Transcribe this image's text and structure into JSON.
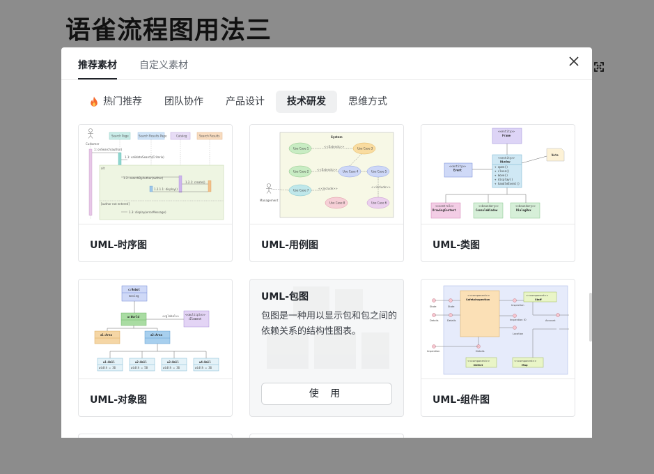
{
  "page": {
    "title": "语雀流程图用法三"
  },
  "modal": {
    "tabs": [
      {
        "label": "推荐素材",
        "active": true
      },
      {
        "label": "自定义素材",
        "active": false
      }
    ],
    "categories": [
      {
        "label": "热门推荐",
        "icon": "fire-icon",
        "active": false
      },
      {
        "label": "团队协作",
        "active": false
      },
      {
        "label": "产品设计",
        "active": false
      },
      {
        "label": "技术研发",
        "active": true
      },
      {
        "label": "思维方式",
        "active": false
      }
    ],
    "cards": [
      {
        "title": "UML-时序图"
      },
      {
        "title": "UML-用例图"
      },
      {
        "title": "UML-类图"
      },
      {
        "title": "UML-对象图"
      },
      {
        "title": "UML-包图",
        "description": "包图是一种用以显示包和包之间的依赖关系的结构性图表。",
        "use_label": "使 用",
        "hovered": true
      },
      {
        "title": "UML-组件图"
      }
    ]
  },
  "thumbs": {
    "seq": {
      "actor": "Customer",
      "heads": [
        "Search Page",
        "Search Results Page",
        "Catalog",
        "Search Results"
      ],
      "msgs": [
        "1: onSearch(author)",
        "1.1: validateSearch(Criteria)",
        "alt",
        "1.2: searchByAuthor(author)",
        "1.2.1: create()",
        "1.2.1.1: display()",
        "[author not entered]",
        "1.3: display(errorMessage)"
      ]
    },
    "usecase": {
      "title": "System",
      "actor": "Management",
      "cases": [
        "Use Case 1",
        "Use Case 2",
        "Use Case 3",
        "Use Case 4",
        "Use Case 5",
        "Use Case 7",
        "Use Case 8",
        "Use Case 6"
      ],
      "rels": [
        "<<Extends>>",
        "<<Extends>>",
        "<<include>>",
        "<<include>>"
      ]
    },
    "class": {
      "frame": "<<entity>>",
      "frame_name": "Frame",
      "window": "<<entity>>",
      "window_name": "Window",
      "methods": [
        "+ open()",
        "+ close()",
        "+ move()",
        "+ display()",
        "+ handleEvent()"
      ],
      "event": "<<entity>>",
      "event_name": "Event",
      "note": "Note",
      "c1": "<<control>>",
      "c1_name": "DrawingContext",
      "c2": "<<boundary>>",
      "c2_name": "ConsoleWindow",
      "c3": "<<boundary>>",
      "c3_name": "DialogBox"
    },
    "object": {
      "robot": "c:Robot",
      "robot_sub": "moving",
      "world": "w:World",
      "global": "<<global>>",
      "multiple": "<<multiple>>",
      "element": ":Element",
      "area1": "a1:Area",
      "area2": "a2:Area",
      "walls": [
        "w1:Wall",
        "w2:Wall",
        "w3:Wall",
        "w4:Wall"
      ],
      "widths": [
        "width = 36",
        "width = 50",
        "width = 36",
        "width = 36"
      ]
    },
    "component": {
      "component": "<<component>>",
      "main": "SafetyInspection",
      "staff": "Staff",
      "defect": "Defect",
      "map": "Map",
      "labels": [
        "State",
        "State",
        "Details",
        "Details",
        "Inspection",
        "Inspection IO",
        "Account",
        "Location",
        "Details",
        "Inspection"
      ]
    }
  }
}
